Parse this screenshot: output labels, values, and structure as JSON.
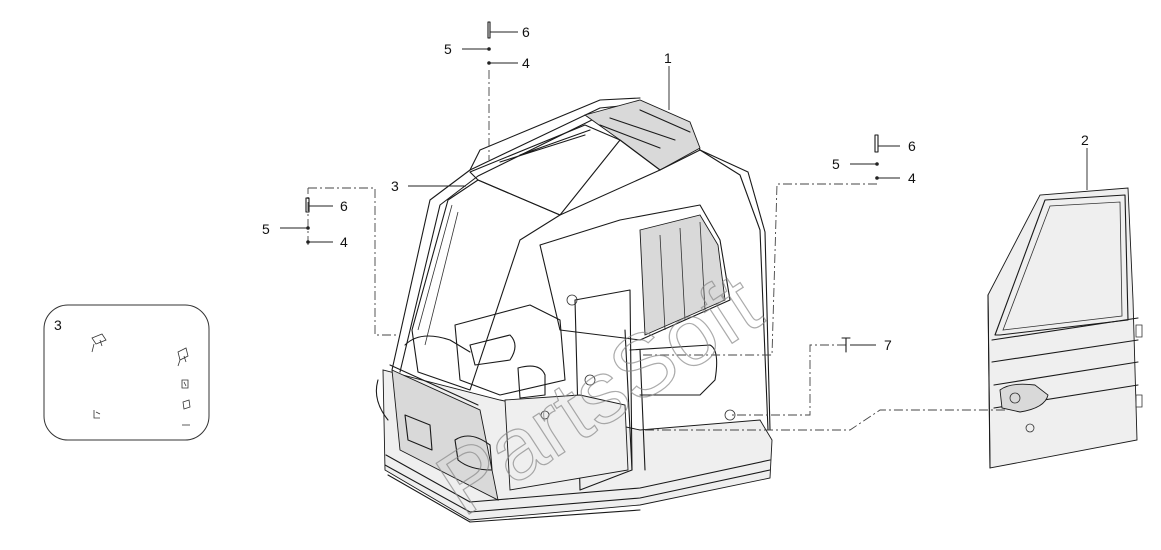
{
  "watermark": "PartsSoft",
  "callouts": {
    "cab": "1",
    "door": "2",
    "clips": "3",
    "inset_label": "3",
    "washer": "4",
    "nut": "5",
    "bolt": "6",
    "screw": "7"
  },
  "colors": {
    "line": "#1a1a1a",
    "shade": "#d9d9d9",
    "background": "#ffffff"
  }
}
